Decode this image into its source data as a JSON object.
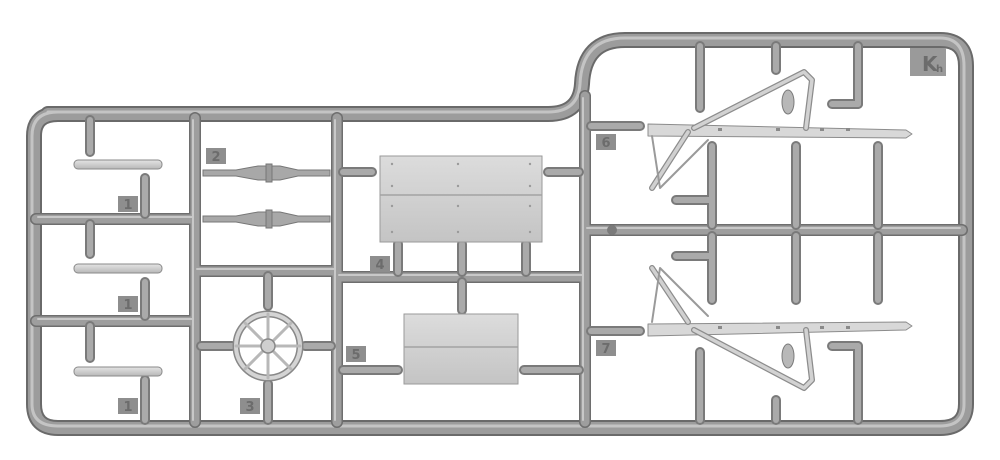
{
  "sprue": {
    "logo": {
      "letter": "K",
      "sub": "h"
    },
    "part_numbers": [
      "1",
      "1",
      "1",
      "2",
      "3",
      "4",
      "5",
      "6",
      "7"
    ]
  },
  "colors": {
    "runner": "#9a9a9a",
    "runner_highlight": "#c6c6c6",
    "runner_shadow": "#6e6e6e",
    "part": "#c9c9c9",
    "panel": "#d2d2d2",
    "tag": "#8e8e8e",
    "background": "#ffffff"
  }
}
